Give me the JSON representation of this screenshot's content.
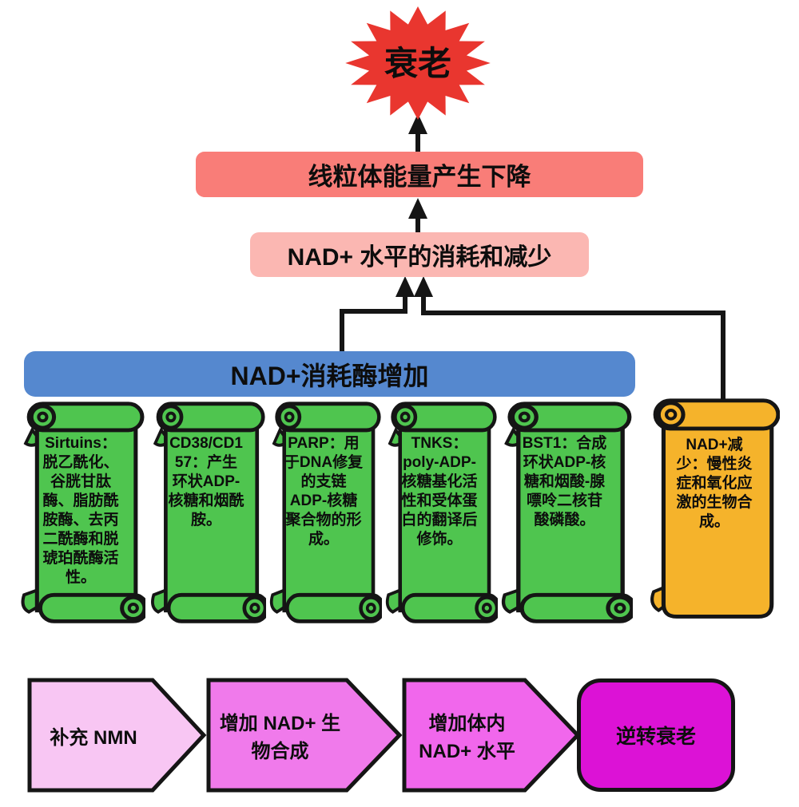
{
  "colors": {
    "burst_red": "#E9362F",
    "mito_box": "#F97D78",
    "nad_box": "#FBB7B2",
    "banner_blue": "#5588CF",
    "scroll_green": "#4FC54F",
    "scroll_orange": "#F5B32B",
    "flow_step_1": "#F8C6F3",
    "flow_step_2": "#F07AEB",
    "flow_step_3": "#F167EC",
    "flow_step_4": "#DC12D6",
    "line_black": "#151515"
  },
  "burst": {
    "label": "衰老"
  },
  "cascade": {
    "mito": "线粒体能量产生下降",
    "nad_depletion": "NAD+ 水平的消耗和减少",
    "banner": "NAD+消耗酶增加"
  },
  "scrolls": [
    {
      "name": "sirtuins",
      "text": "Sirtuins：\n脱乙酰化、\n谷胱甘肽\n酶、脂肪酰\n胺酶、去丙\n二酰酶和脱\n琥珀酰酶活\n性。"
    },
    {
      "name": "cd38-cd157",
      "text": "CD38/CD1\n57：产生\n环状ADP-\n核糖和烟酰\n胺。"
    },
    {
      "name": "parp",
      "text": "PARP：用\n于DNA修复\n的支链\nADP-核糖\n聚合物的形\n成。"
    },
    {
      "name": "tnks",
      "text": "TNKS：\npoly-ADP-\n核糖基化活\n性和受体蛋\n白的翻译后\n修饰。"
    },
    {
      "name": "bst1",
      "text": "BST1：合成\n环状ADP-核\n糖和烟酸-腺\n嘌呤二核苷\n酸磷酸。"
    }
  ],
  "orange_scroll": {
    "text": "NAD+减\n少：慢性炎\n症和氧化应\n激的生物合\n成。"
  },
  "flow": [
    {
      "label": "补充 NMN"
    },
    {
      "label": "增加 NAD+ 生\n物合成"
    },
    {
      "label": "增加体内\nNAD+ 水平"
    },
    {
      "label": "逆转衰老"
    }
  ]
}
